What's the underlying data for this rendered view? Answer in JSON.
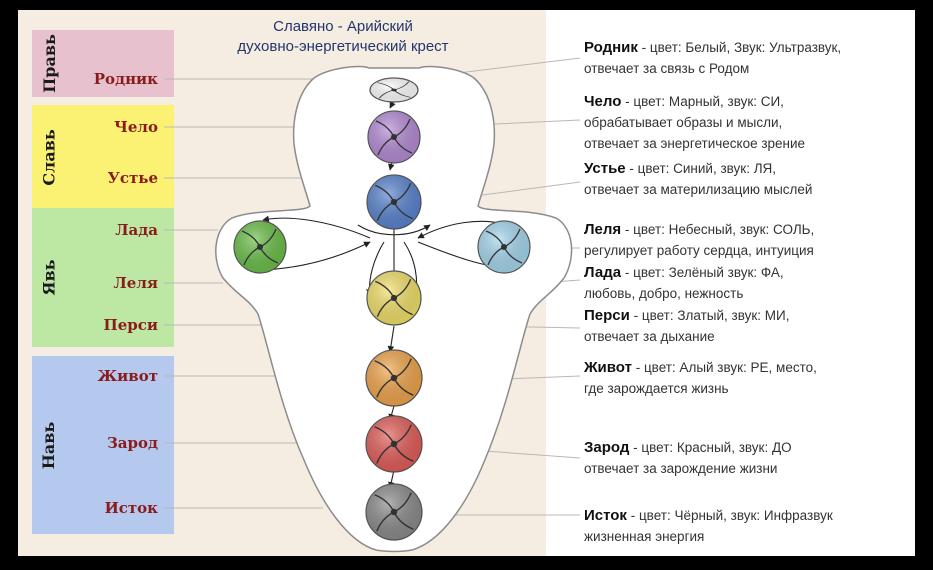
{
  "title": [
    "Славяно - Арийский",
    "духовно-энергетический крест"
  ],
  "bands": [
    {
      "name": "Правь",
      "color": "#e8c1cf"
    },
    {
      "name": "Славь",
      "color": "#fbf173"
    },
    {
      "name": "Явь",
      "color": "#bde8a4"
    },
    {
      "name": "Навь",
      "color": "#b5c9ee"
    }
  ],
  "chakras": [
    {
      "name": "Родник",
      "sep": " - ",
      "color": "#ffffff",
      "desc": [
        "цвет: Белый, Звук: Ультразвук,",
        "отвечает за связь с Родом"
      ]
    },
    {
      "name": "Чело",
      "sep": " - ",
      "color": "#b58cd6",
      "desc": [
        "цвет: Марный, звук: СИ,",
        "обрабатывает образы и мысли,",
        "отвечает за энергетическое зрение"
      ]
    },
    {
      "name": "Устье",
      "sep": " - ",
      "color": "#5a84d0",
      "desc": [
        "цвет: Синий, звук: ЛЯ,",
        "отвечает за материлизацию мыслей"
      ]
    },
    {
      "name": "Леля",
      "sep": " - ",
      "color": "#a6d8ef",
      "desc": [
        "цвет: Небесный, звук: СОЛЬ,",
        "регулирует работу сердца, интуиция"
      ]
    },
    {
      "name": "Лада",
      "sep": " - ",
      "color": "#6cc04a",
      "desc": [
        "цвет: Зелёный звук: ФА,",
        "любовь, добро, нежность"
      ]
    },
    {
      "name": "Перси",
      "sep": " - ",
      "color": "#f2e06a",
      "desc": [
        "цвет: Златый, звук: МИ,",
        "отвечает за дыхание"
      ]
    },
    {
      "name": "Живот",
      "sep": " - ",
      "color": "#f0a54c",
      "desc": [
        "цвет: Алый звук: РЕ, место,",
        "где  зарождается жизнь"
      ]
    },
    {
      "name": "Зарод",
      "sep": " - ",
      "color": "#e35e5a",
      "desc": [
        "цвет: Красный, звук: ДО",
        "отвечает за зарождение жизни"
      ]
    },
    {
      "name": "Исток",
      "sep": " - ",
      "color": "#8c8c8c",
      "desc": [
        "цвет: Чёрный, звук: Инфразвук",
        "жизненная энергия"
      ]
    }
  ]
}
